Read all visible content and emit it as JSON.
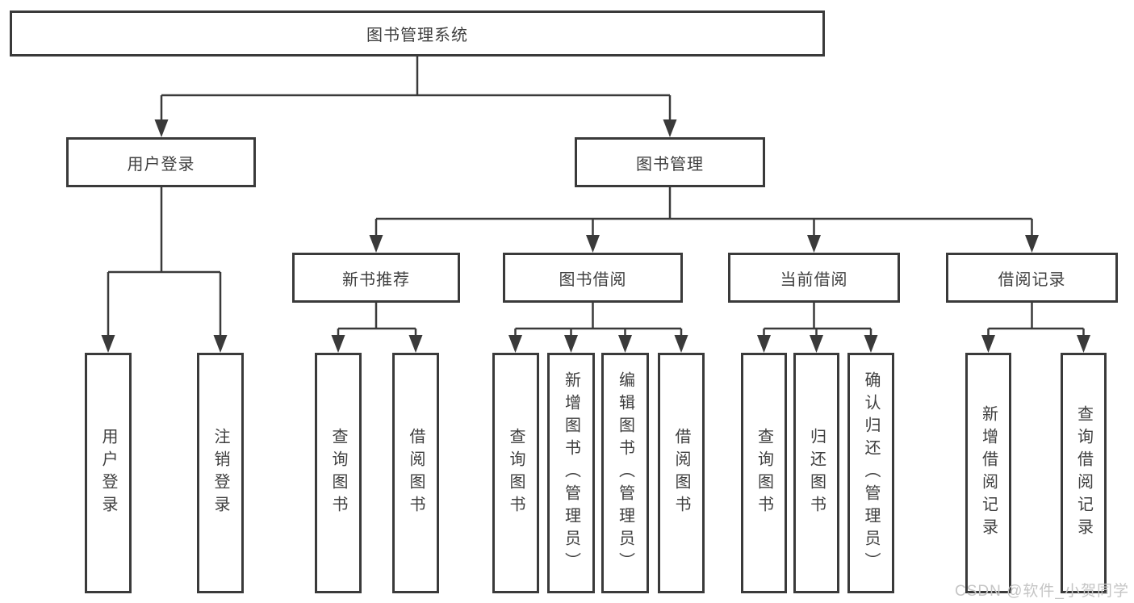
{
  "diagram": {
    "type": "hierarchy-tree",
    "tree": {
      "root": {
        "label": "图书管理系统"
      },
      "children": [
        {
          "label": "用户登录",
          "children": [
            {
              "label": "用户登录"
            },
            {
              "label": "注销登录"
            }
          ]
        },
        {
          "label": "图书管理",
          "children": [
            {
              "label": "新书推荐",
              "children": [
                {
                  "label": "查询图书"
                },
                {
                  "label": "借阅图书"
                }
              ]
            },
            {
              "label": "图书借阅",
              "children": [
                {
                  "label": "查询图书"
                },
                {
                  "label": "新增图书（管理员）"
                },
                {
                  "label": "编辑图书（管理员）"
                },
                {
                  "label": "借阅图书"
                }
              ]
            },
            {
              "label": "当前借阅",
              "children": [
                {
                  "label": "查询图书"
                },
                {
                  "label": "归还图书"
                },
                {
                  "label": "确认归还（管理员）"
                }
              ]
            },
            {
              "label": "借阅记录",
              "children": [
                {
                  "label": "新增借阅记录"
                },
                {
                  "label": "查询借阅记录"
                }
              ]
            }
          ]
        }
      ]
    },
    "colors": {
      "line": "#3a3a3a",
      "text": "#3f3f3f",
      "box_background": "#ffffff",
      "page_background": "#ffffff",
      "watermark": "#c5c5c5"
    }
  },
  "watermark": {
    "text": "CSDN @软件_小贺同学"
  }
}
